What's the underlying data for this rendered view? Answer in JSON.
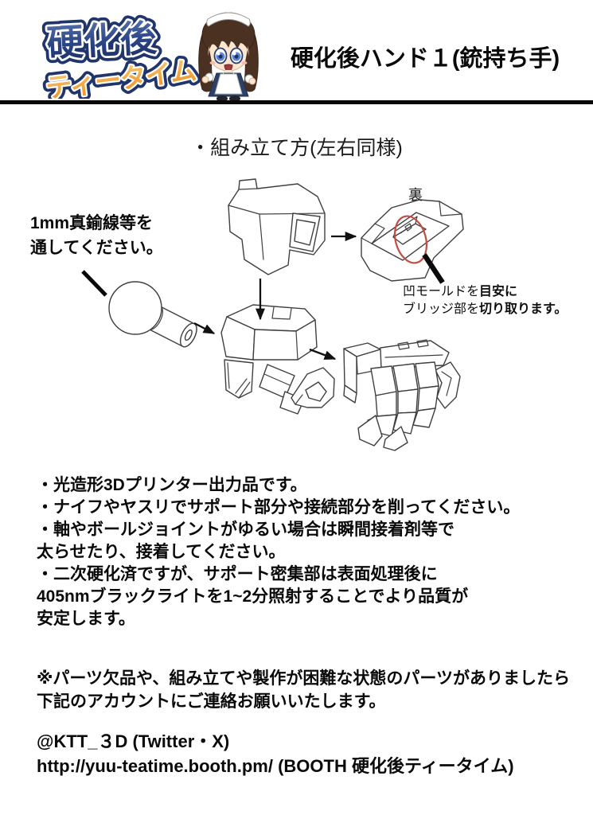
{
  "header": {
    "logo": {
      "line1": "硬化後",
      "line2": "ティータイム"
    },
    "title": "硬化後ハンド１(銃持ち手)"
  },
  "assembly": {
    "section_title": "・組み立て方(左右同様)",
    "back_label": "裏",
    "wire_note_line1": "1mm真鍮線等を",
    "wire_note_line2": "通してください。",
    "bridge_note_line1_plain": "凹モールドを",
    "bridge_note_line1_bold": "目安に",
    "bridge_note_line2_plain": "ブリッジ部を",
    "bridge_note_line2_bold": "切り取ります。",
    "highlight_color": "#c44d43"
  },
  "notes": {
    "lines": [
      "・光造形3Dプリンター出力品です。",
      "・ナイフやヤスリでサポート部分や接続部分を削ってください。",
      "・軸やボールジョイントがゆるい場合は瞬間接着剤等で",
      "太らせたり、接着してください。",
      "・二次硬化済ですが、サポート密集部は表面処理後に",
      "405nmブラックライトを1~2分照射することでより品質が",
      "安定します。"
    ]
  },
  "footer": {
    "warning_line1": "※パーツ欠品や、組み立てや製作が困難な状態のパーツがありましたら",
    "warning_line2": "下記のアカウントにご連絡お願いいたします。",
    "account": "@KTT_３D (Twitter・X)",
    "booth": "http://yuu-teatime.booth.pm/ (BOOTH 硬化後ティータイム)"
  }
}
